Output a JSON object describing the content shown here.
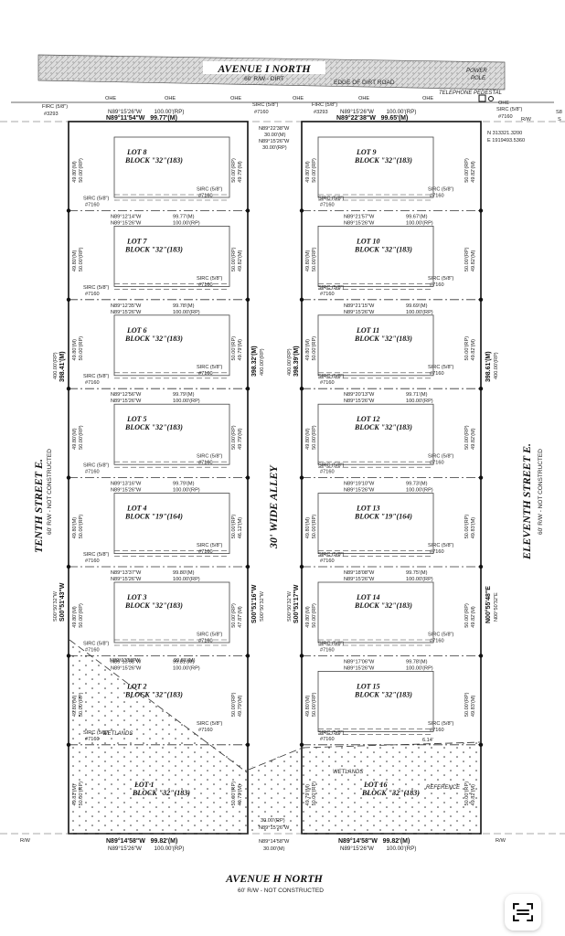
{
  "streets": {
    "top": {
      "name": "AVENUE I NORTH",
      "sub": "60' R/W - DIRT",
      "edge": "EDGE OF DIRT ROAD"
    },
    "bottom": {
      "name": "AVENUE H NORTH",
      "sub": "60' R/W - NOT CONSTRUCTED"
    },
    "left": {
      "name": "TENTH STREET E.",
      "sub": "60' R/W - NOT CONSTRUCTED"
    },
    "right": {
      "name": "ELEVENTH STREET E.",
      "sub": "60' R/W - NOT CONSTRUCTED"
    },
    "alley": {
      "name": "30' WIDE ALLEY"
    }
  },
  "utilities": {
    "power_pole": [
      "POWER",
      "POLE"
    ],
    "telephone": "TELEPHONE PEDESTAL",
    "ohe": "OHE"
  },
  "corners": {
    "firc_left": [
      "FIRC (5/8\")",
      "#3293"
    ],
    "sirc_top": [
      "SIRC (5/8\")",
      "#7160"
    ],
    "firc_mid": [
      "FIRC (5/8\")",
      "#3293"
    ],
    "sirc_right": [
      "SIRC (5/8\")",
      "#7160"
    ],
    "sirc_mark": [
      "SIRC (5/8\")",
      "#7160"
    ],
    "coords": [
      "N 313321.3200",
      "E 1919493.5360"
    ],
    "rw": "R/W",
    "partial_right": [
      "S8",
      "S"
    ]
  },
  "boundary": {
    "top_left_rp": "N89°15'26\"W        100.00'(RP)",
    "top_left_m": "N89°11'54\"W   99.77'(M)",
    "top_right_rp": "N89°15'26\"W        100.00'(RP)",
    "top_right_m": "N89°22'38\"W   99.65'(M)",
    "alley_top": [
      "N89°22'38\"W",
      "30.00'(M)",
      "N89°15'26\"W",
      "30.00'(RP)"
    ],
    "bottom_left_m": "N89°14'58\"W   99.82'(M)",
    "bottom_left_rp": "N89°15'26\"W        100.00'(RP)",
    "bottom_right_m": "N89°14'58\"W   99.82'(M)",
    "bottom_right_rp": "N89°15'26\"W        100.00'(RP)",
    "alley_bottom": [
      "30.00'(RP)",
      "N89°15'26\"W",
      "N89°14'58\"W",
      "30.00'(M)"
    ],
    "left_total": [
      "400.00'(RP)",
      "398.41'(M)"
    ],
    "left_brg": [
      "S00°50'32\"W",
      "S00°51'43\"W"
    ],
    "alley_left": [
      "398.32'(M)",
      "400.00'(RP)",
      "S00°51'16\"W",
      "S00°50'32\"W"
    ],
    "alley_right": [
      "400.00'(RP)",
      "398.39'(M)",
      "S00°50'32\"W",
      "S00°51'17\"W"
    ],
    "right_total": [
      "398.61'(M)",
      "400.00'(RP)"
    ],
    "right_brg": [
      "N00°55'48\"E",
      "N00°50'32\"E"
    ]
  },
  "lots_left": [
    {
      "lot": "LOT 8",
      "block": "BLOCK \"32\"(183)",
      "outer": [
        "49.80'(M)",
        "50.00'(RP)"
      ],
      "inner": [
        "50.00'(RP)",
        "49.79'(M)"
      ],
      "brg_m": "N89°12'14\"W",
      "len_m": "99.77'(M)",
      "brg_rp": "N89°15'26\"W",
      "len_rp": "100.00'(RP)"
    },
    {
      "lot": "LOT 7",
      "block": "BLOCK \"32\"(183)",
      "outer": [
        "49.80'(M)",
        "50.00'(RP)"
      ],
      "inner": [
        "50.00'(RP)",
        "49.82'(M)"
      ],
      "brg_m": "N89°12'35\"W",
      "len_m": "99.78'(M)",
      "brg_rp": "N89°15'26\"W",
      "len_rp": "100.00'(RP)"
    },
    {
      "lot": "LOT 6",
      "block": "BLOCK \"32\"(183)",
      "outer": [
        "49.80'(M)",
        "50.00'(RP)"
      ],
      "inner": [
        "50.00'(RP)",
        "49.79'(M)"
      ],
      "brg_m": "N89°12'56\"W",
      "len_m": "99.79'(M)",
      "brg_rp": "N89°15'26\"W",
      "len_rp": "100.00'(RP)"
    },
    {
      "lot": "LOT 5",
      "block": "BLOCK \"32\"(183)",
      "outer": [
        "49.80'(M)",
        "50.00'(RP)"
      ],
      "inner": [
        "50.00'(RP)",
        "49.79'(M)"
      ],
      "brg_m": "N89°13'16\"W",
      "len_m": "99.79'(M)",
      "brg_rp": "N89°15'26\"W",
      "len_rp": "100.00'(RP)"
    },
    {
      "lot": "LOT 4",
      "block": "BLOCK \"19\"(164)",
      "outer": [
        "49.80'(M)",
        "50.00'(RP)"
      ],
      "inner": [
        "50.00'(RP)",
        "46.12'(M)"
      ],
      "brg_m": "N89°13'37\"W",
      "len_m": "99.80'(M)",
      "brg_rp": "N89°15'26\"W",
      "len_rp": "100.00'(RP)"
    },
    {
      "lot": "LOT 3",
      "block": "BLOCK \"32\"(183)",
      "outer": [
        "49.80'(M)",
        "50.00'(RP)"
      ],
      "inner": [
        "50.00'(RP)",
        "47.87'(M)"
      ],
      "brg_m": "N89°13'58\"W",
      "len_m": "99.81'(M)",
      "brg_rp": "N89°15'26\"W",
      "len_rp": "100.00'(RP)"
    },
    {
      "lot": "LOT 2",
      "block": "BLOCK \"32\"(183)",
      "outer": [
        "49.80'(M)",
        "50.00'(RP)"
      ],
      "inner": [
        "50.00'(RP)",
        "49.79'(M)"
      ],
      "brg_m": "",
      "len_m": "",
      "brg_rp": "",
      "len_rp": ""
    },
    {
      "lot": "LOT 1",
      "block": "BLOCK \"32\"(183)",
      "outer": [
        "49.81'(M)",
        "50.00'(RP)"
      ],
      "inner": [
        "50.00'(RP)",
        "49.79'(M)"
      ],
      "brg_m": "",
      "len_m": "",
      "brg_rp": "",
      "len_rp": ""
    }
  ],
  "lots_right": [
    {
      "lot": "LOT 9",
      "block": "BLOCK \"32\"(183)",
      "outer": [
        "50.00'(RP)",
        "49.82'(M)"
      ],
      "inner": [
        "49.80'(M)",
        "50.00'(RP)"
      ],
      "brg_m": "N89°21'57\"W",
      "len_m": "99.67'(M)",
      "brg_rp": "N89°15'26\"W",
      "len_rp": "100.00'(RP)"
    },
    {
      "lot": "LOT 10",
      "block": "BLOCK \"32\"(183)",
      "outer": [
        "50.00'(RP)",
        "49.82'(M)"
      ],
      "inner": [
        "49.80'(M)",
        "50.00'(RP)"
      ],
      "brg_m": "N89°21'15\"W",
      "len_m": "99.69'(M)",
      "brg_rp": "N89°15'26\"W",
      "len_rp": "100.00'(RP)"
    },
    {
      "lot": "LOT 11",
      "block": "BLOCK \"32\"(183)",
      "outer": [
        "50.00'(RP)",
        "49.82'(M)"
      ],
      "inner": [
        "49.80'(M)",
        "50.00'(RP)"
      ],
      "brg_m": "N89°20'13\"W",
      "len_m": "99.71'(M)",
      "brg_rp": "N89°15'26\"W",
      "len_rp": "100.00'(RP)"
    },
    {
      "lot": "LOT 12",
      "block": "BLOCK \"32\"(183)",
      "outer": [
        "50.00'(RP)",
        "49.82'(M)"
      ],
      "inner": [
        "49.80'(M)",
        "50.00'(RP)"
      ],
      "brg_m": "N89°19'10\"W",
      "len_m": "99.73'(M)",
      "brg_rp": "N89°15'26\"W",
      "len_rp": "100.00'(RP)"
    },
    {
      "lot": "LOT 13",
      "block": "BLOCK \"19\"(164)",
      "outer": [
        "50.00'(RP)",
        "49.83'(M)"
      ],
      "inner": [
        "49.80'(M)",
        "50.00'(RP)"
      ],
      "brg_m": "N89°18'08\"W",
      "len_m": "99.75'(M)",
      "brg_rp": "N89°15'26\"W",
      "len_rp": "100.00'(RP)"
    },
    {
      "lot": "LOT 14",
      "block": "BLOCK \"32\"(183)",
      "outer": [
        "50.00'(RP)",
        "49.82'(M)"
      ],
      "inner": [
        "49.80'(M)",
        "50.00'(RP)"
      ],
      "brg_m": "N89°17'06\"W",
      "len_m": "99.78'(M)",
      "brg_rp": "N89°15'26\"W",
      "len_rp": "100.00'(RP)"
    },
    {
      "lot": "LOT 15",
      "block": "BLOCK \"32\"(183)",
      "outer": [
        "50.00'(RP)",
        "49.83'(M)"
      ],
      "inner": [
        "49.80'(M)",
        "50.00'(RP)"
      ],
      "brg_m": "",
      "len_m": "",
      "brg_rp": "",
      "len_rp": ""
    },
    {
      "lot": "LOT 16",
      "block": "BLOCK \"32\"(183)",
      "outer": [
        "50.00'(RP)",
        "49.82'(M)"
      ],
      "inner": [
        "49.79'(M)",
        "50.00'(RP)"
      ],
      "brg_m": "",
      "len_m": "",
      "brg_rp": "",
      "len_rp": ""
    }
  ],
  "notes": {
    "wetlands": "WETLANDS",
    "reference": "REFERENCE",
    "offset": "6.14'",
    "lot2_offset": "99.81'(M)",
    "lot2_brg": "N89°13'58\"W"
  },
  "footer": {
    "rw_corner": "R/W"
  },
  "icons": {
    "scan": "scan-text-icon"
  }
}
